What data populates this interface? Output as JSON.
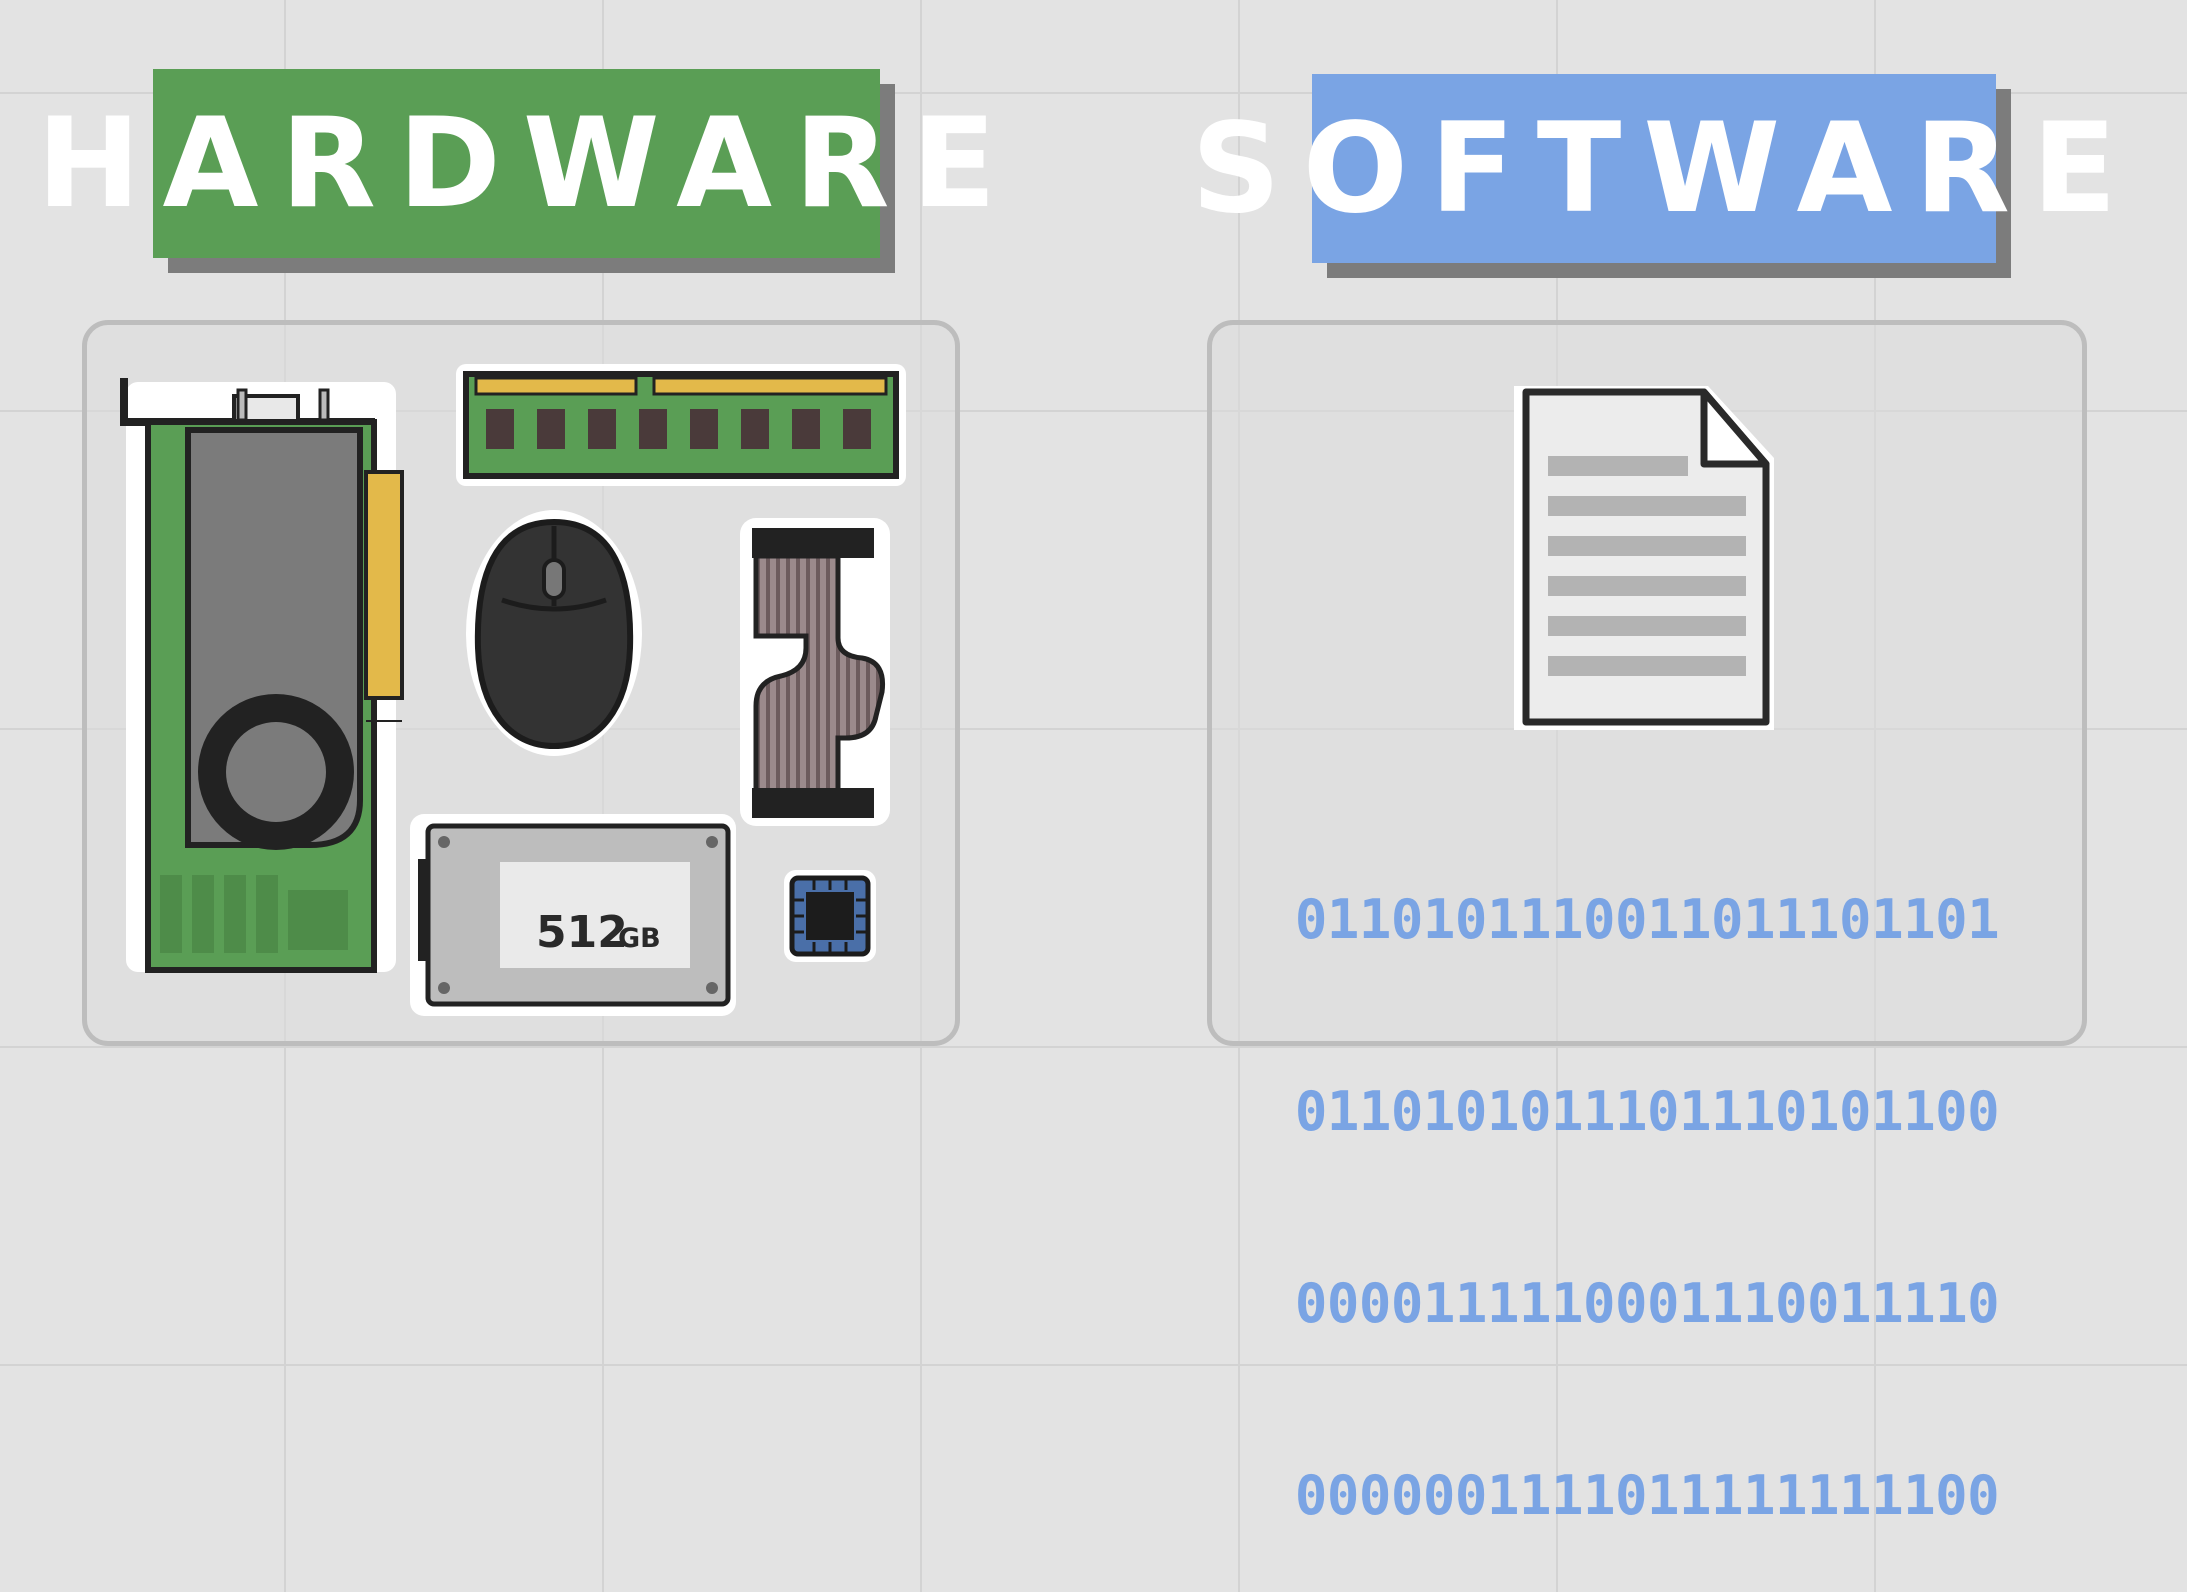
{
  "hardware": {
    "title": "HARDWARE",
    "ssd": {
      "capacity": "512",
      "unit": "GB"
    },
    "color": "#5a9e55"
  },
  "software": {
    "title": "SOFTWARE",
    "binary_lines": [
      "0110101110011011101101",
      "0110101011101110101100",
      "0000111110001110011110",
      "0000001111011111111100"
    ],
    "color": "#7aa4e4"
  },
  "icons": [
    "graphics-card-icon",
    "ram-stick-icon",
    "mouse-icon",
    "ribbon-cable-icon",
    "ssd-drive-icon",
    "cpu-chip-icon",
    "document-icon"
  ]
}
